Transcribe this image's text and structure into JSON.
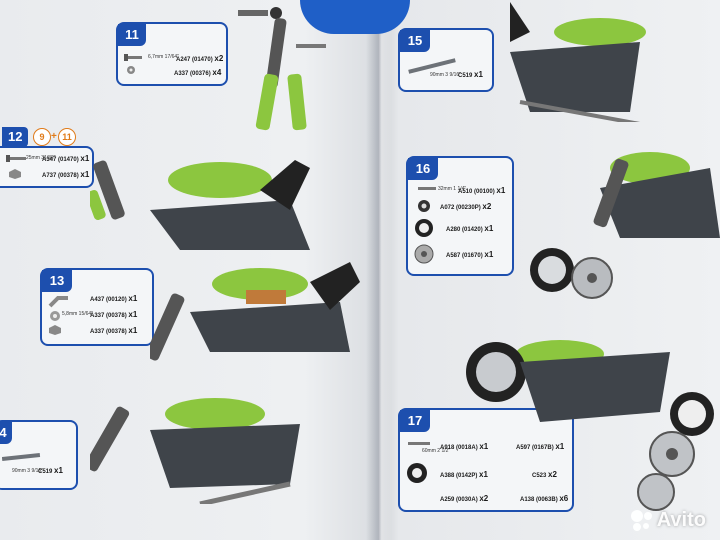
{
  "steps": {
    "s11": {
      "number": "11",
      "parts": [
        {
          "mm": "6,7mm 17/64\"",
          "code": "A247 (01470)",
          "qty": "x2"
        },
        {
          "code": "A337 (00376)",
          "qty": "x4"
        }
      ]
    },
    "s12": {
      "number": "12",
      "refs": [
        "9",
        "11"
      ],
      "plus": "+",
      "parts": [
        {
          "mm": "25mm 31/32\"",
          "code": "A347 (01470)",
          "qty": "x1"
        },
        {
          "code": "A737 (00378)",
          "qty": "x1"
        }
      ]
    },
    "s13": {
      "number": "13",
      "parts": [
        {
          "code": "A437 (00120)",
          "qty": "x1"
        },
        {
          "mm": "5,8mm 15/64\"",
          "code": "A337 (00378)",
          "qty": "x1"
        },
        {
          "code": "A337 (00378)",
          "qty": "x1"
        }
      ]
    },
    "s14": {
      "number": "4",
      "parts": [
        {
          "mm": "90mm 3 9/16\"",
          "code": "C519",
          "qty": "x1"
        }
      ]
    },
    "s15": {
      "number": "15",
      "parts": [
        {
          "mm": "90mm 3 9/16\"",
          "code": "C519",
          "qty": "x1"
        }
      ]
    },
    "s16": {
      "number": "16",
      "parts": [
        {
          "mm": "32mm 1 1/4\"",
          "code": "A510 (00100)",
          "qty": "x1"
        },
        {
          "code": "A072 (00230P)",
          "qty": "x2"
        },
        {
          "code": "A280 (01420)",
          "qty": "x1"
        },
        {
          "code": "A587 (01670)",
          "qty": "x1"
        }
      ]
    },
    "s17": {
      "number": "17",
      "parts": [
        {
          "mm": "60mm 2 1/2\"",
          "code": "A918 (0018A)",
          "qty": "x1"
        },
        {
          "code": "A597 (0167B)",
          "qty": "x1"
        },
        {
          "code": "A388 (0142P)",
          "qty": "x1"
        },
        {
          "code": "C523",
          "qty": "x2"
        },
        {
          "code": "A259 (0030A)",
          "qty": "x2"
        },
        {
          "code": "A138 (0063B)",
          "qty": "x6"
        }
      ]
    }
  },
  "watermark": {
    "text": "Avito"
  },
  "colors": {
    "accent_blue": "#1d4fae",
    "part_green": "#8cc63f",
    "metal": "#5a5f66"
  }
}
